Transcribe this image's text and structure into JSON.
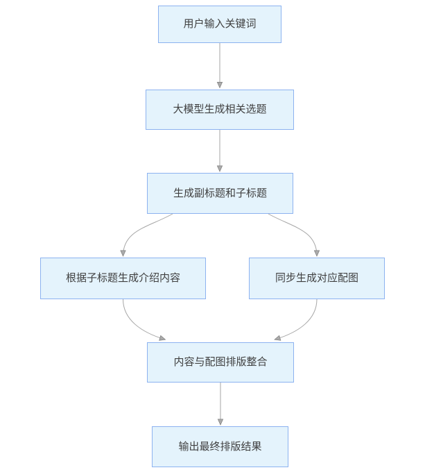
{
  "diagram": {
    "type": "flowchart",
    "direction": "top-down",
    "colors": {
      "node_fill": "#e4f3fc",
      "node_border": "#8cb2f0",
      "node_text": "#3f3f3f",
      "connector": "#a6a6a6",
      "arrowhead": "#ababab",
      "background": "#ffffff"
    },
    "nodes": [
      {
        "id": "user-input",
        "label": "用户输入关键词"
      },
      {
        "id": "generate-topics",
        "label": "大模型生成相关选题"
      },
      {
        "id": "generate-subtitles",
        "label": "生成副标题和子标题"
      },
      {
        "id": "generate-content",
        "label": "根据子标题生成介绍内容"
      },
      {
        "id": "generate-images",
        "label": "同步生成对应配图"
      },
      {
        "id": "layout-integration",
        "label": "内容与配图排版整合"
      },
      {
        "id": "final-output",
        "label": "输出最终排版结果"
      }
    ],
    "edges": [
      {
        "from": "user-input",
        "to": "generate-topics"
      },
      {
        "from": "generate-topics",
        "to": "generate-subtitles"
      },
      {
        "from": "generate-subtitles",
        "to": "generate-content"
      },
      {
        "from": "generate-subtitles",
        "to": "generate-images"
      },
      {
        "from": "generate-content",
        "to": "layout-integration"
      },
      {
        "from": "generate-images",
        "to": "layout-integration"
      },
      {
        "from": "layout-integration",
        "to": "final-output"
      }
    ]
  }
}
